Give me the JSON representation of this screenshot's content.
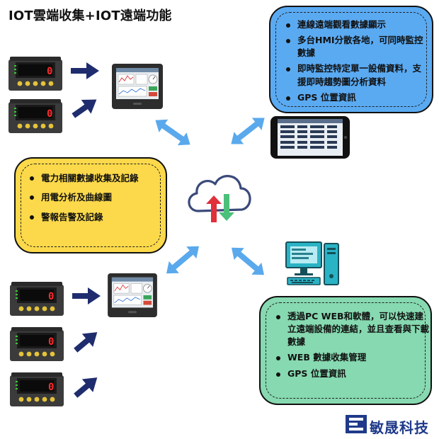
{
  "title": "IOT雲端收集+IOT遠端功能",
  "blue_box": {
    "items": [
      "連線遠端觀看數據顯示",
      "多台HMI分散各地，可同時監控數據",
      "即時監控特定單一設備資料，支援即時趨勢圖分析資料",
      "GPS 位置資訊"
    ]
  },
  "yellow_box": {
    "items": [
      "電力相關數據收集及記錄",
      "用電分析及曲線圖",
      "警報告警及記錄"
    ]
  },
  "green_box": {
    "items": [
      "透過PC WEB和軟體，可以快速建立遠端設備的連結，並且查看與下載數據",
      "WEB 數據收集管理",
      "GPS 位置資訊"
    ]
  },
  "meter_display": "0",
  "logo": {
    "text": "敏晟科技"
  },
  "icons": [
    "cloud-sync-icon",
    "smartphone-icon",
    "desktop-pc-icon",
    "power-meter-icon",
    "hmi-panel-icon",
    "double-arrow-icon",
    "arrow-right-icon",
    "logo-mark-icon"
  ],
  "colors": {
    "blue_box": "#5aaaf2",
    "yellow_box": "#fcd94a",
    "green_box": "#86d9b0",
    "arrow_navy": "#1f2d6e",
    "double_arrow": "#5aa9ec",
    "pc_teal": "#2ab3c5"
  }
}
